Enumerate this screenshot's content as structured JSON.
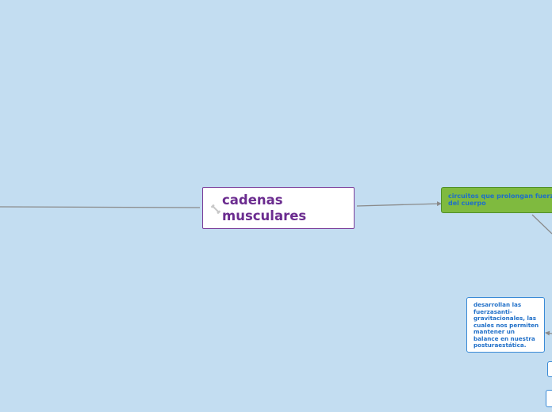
{
  "central_topic": {
    "title": "cadenas\nmusculares",
    "icon": "bone-icon"
  },
  "branch_topic": {
    "label": "circuitos que prolongan fuerzas del cuerpo"
  },
  "sub_topic": {
    "label": "desarrollan las fuerzasanti-gravitacionales, las cuales nos permiten mantener un balance en nuestra posturaestática."
  },
  "colors": {
    "background": "#c3ddf1",
    "central_text": "#6b2c8f",
    "central_border": "#7a3d9a",
    "branch_fill": "#7fba3f",
    "topic_text": "#1f6fc8",
    "connector": "#8a8a8a"
  }
}
